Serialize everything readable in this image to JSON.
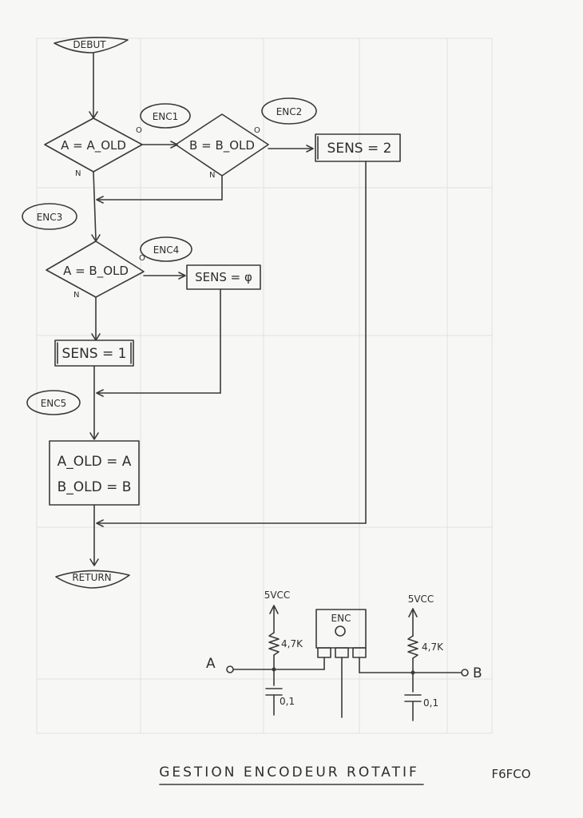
{
  "flowchart": {
    "start": "DEBUT",
    "end": "RETURN",
    "decisions": [
      {
        "id": "d1",
        "text": "A = A_OLD",
        "yes": "O",
        "no": "N"
      },
      {
        "id": "d2",
        "text": "B = B_OLD",
        "yes": "O",
        "no": "N"
      },
      {
        "id": "d3",
        "text": "A = B_OLD",
        "yes": "O",
        "no": "N"
      }
    ],
    "processes": [
      {
        "id": "p1",
        "text": "SENS = 2"
      },
      {
        "id": "p2",
        "text": "SENS = φ"
      },
      {
        "id": "p3",
        "text": "SENS = 1"
      },
      {
        "id": "p4a",
        "text": "A_OLD = A"
      },
      {
        "id": "p4b",
        "text": "B_OLD = B"
      }
    ],
    "tags": [
      "ENC1",
      "ENC2",
      "ENC3",
      "ENC4",
      "ENC5"
    ]
  },
  "schematic": {
    "supply_left": "5VCC",
    "supply_right": "5VCC",
    "resistor_left": "4,7K",
    "resistor_right": "4,7K",
    "cap_left": "0,1",
    "cap_right": "0,1",
    "encoder_label": "ENC",
    "pin_a": "A",
    "pin_b": "B"
  },
  "footer": {
    "title": "GESTION ENCODEUR ROTATIF",
    "author": "F6FCO"
  }
}
